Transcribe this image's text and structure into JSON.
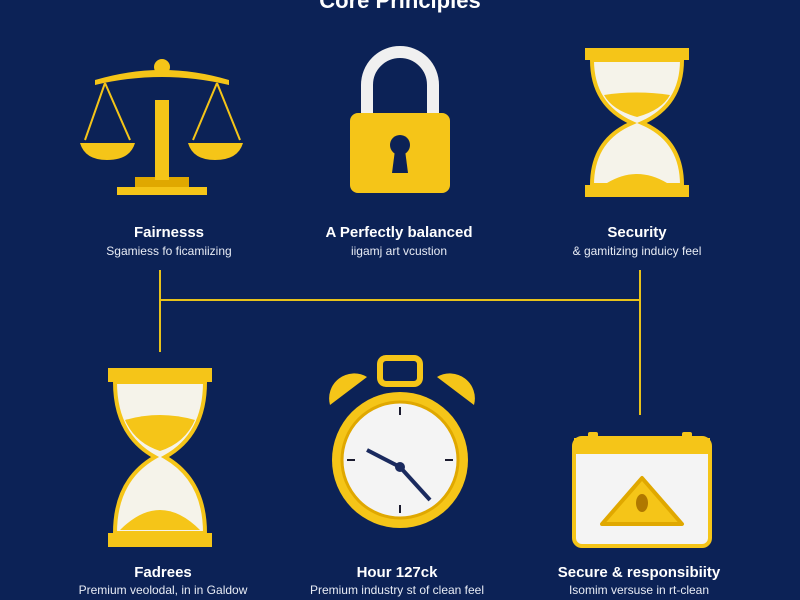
{
  "title": "Core Principles",
  "colors": {
    "background": "#0c2256",
    "accent": "#f5c518",
    "line": "#e8c21a"
  },
  "principles": [
    {
      "icon": "scales-icon",
      "heading": "Fairnesss",
      "subtitle": "Sgamiess fo ficamiizing"
    },
    {
      "icon": "padlock-icon",
      "heading": "A Perfectly balanced",
      "subtitle": "iigamj art vcustion"
    },
    {
      "icon": "hourglass-icon",
      "heading": "Security",
      "subtitle": "& gamitizing induicy feel"
    },
    {
      "icon": "hourglass-icon",
      "heading": "Fadrees",
      "subtitle": "Premium veolodal, in in Galdow"
    },
    {
      "icon": "alarm-clock-icon",
      "heading": "Hour 127ck",
      "subtitle": "Premium industry st of clean feel"
    },
    {
      "icon": "calendar-warning-icon",
      "heading": "Secure & responsibiity",
      "subtitle": "Isomim versuse in rt-clean"
    }
  ]
}
